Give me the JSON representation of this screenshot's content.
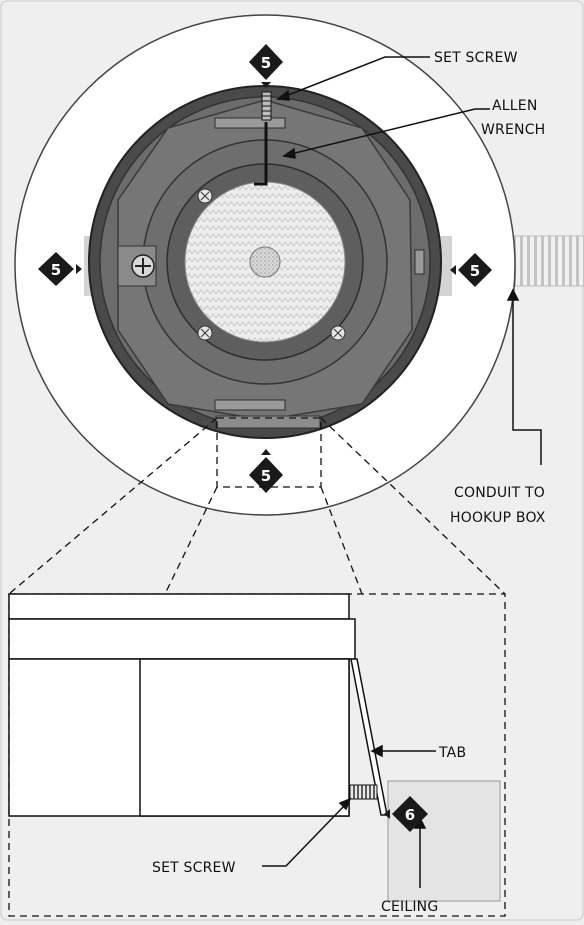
{
  "labels": {
    "set_screw_top": "SET SCREW",
    "allen_wrench_line1": "ALLEN",
    "allen_wrench_line2": "WRENCH",
    "conduit_line1": "CONDUIT TO",
    "conduit_line2": "HOOKUP BOX",
    "tab": "TAB",
    "set_screw_bottom": "SET SCREW",
    "ceiling": "CEILING"
  },
  "badges": {
    "top": "5",
    "left": "5",
    "right": "5",
    "bottom": "5",
    "ceiling": "6"
  },
  "colors": {
    "background": "#efefef",
    "housing_dark": "#5a5a5a",
    "housing_mid": "#767676",
    "lens": "#e2e2e2",
    "badge": "#1a1a1a",
    "ceiling_fill": "#e4e4e4"
  }
}
